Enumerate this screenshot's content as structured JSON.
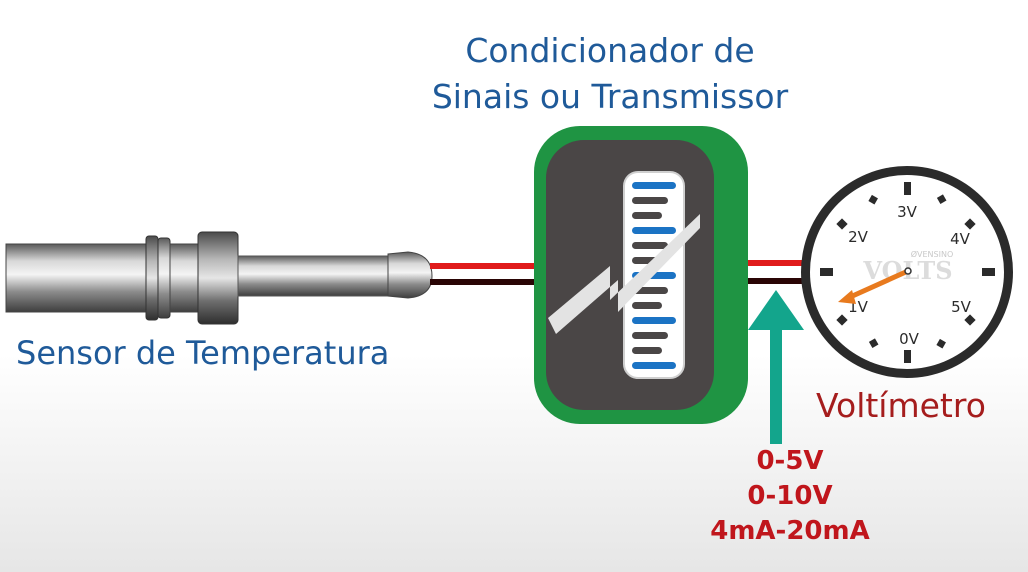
{
  "conditioner": {
    "title_line1": "Condicionador de",
    "title_line2": "Sinais ou Transmissor"
  },
  "sensor": {
    "label": "Sensor de Temperatura"
  },
  "voltmeter": {
    "label": "Voltímetro",
    "brand_small": "ØVENSINO",
    "brand": "VOLTS",
    "scale": [
      "0V",
      "1V",
      "2V",
      "3V",
      "4V",
      "5V"
    ]
  },
  "signals": [
    "0-5V",
    "0-10V",
    "4mA-20mA"
  ],
  "colors": {
    "title_blue": "#1f5a99",
    "voltmeter_red": "#a51d1d",
    "signal_red": "#c0161c",
    "arrow_teal": "#13a58c",
    "box_green": "#1f9443",
    "needle_orange": "#e87a1e"
  }
}
